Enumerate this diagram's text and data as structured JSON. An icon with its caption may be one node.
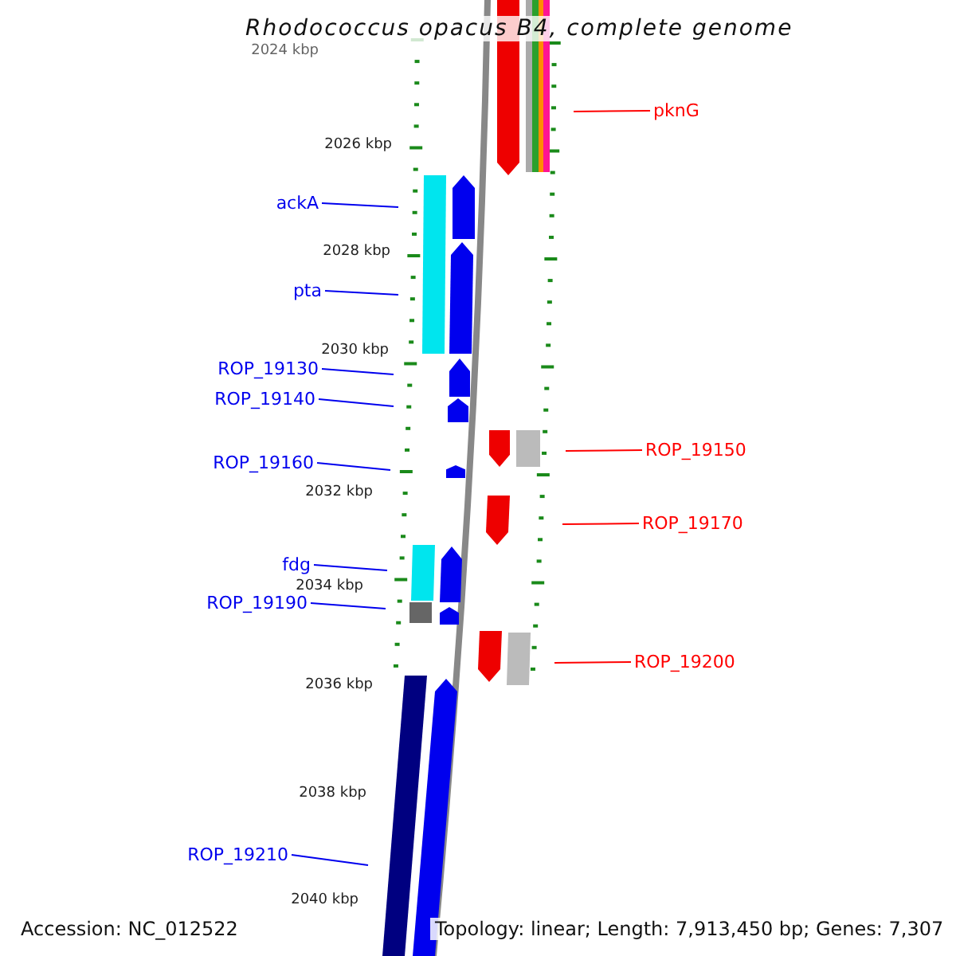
{
  "diagram": {
    "title": "Rhodococcus opacus B4, complete genome",
    "nodes": [
      {
        "text": [
          "pknG"
        ]
      },
      {
        "text": [
          "ackA"
        ]
      },
      {
        "text": [
          "pta"
        ]
      },
      {
        "text": [
          "ROP_19130"
        ]
      },
      {
        "text": [
          "ROP_19140"
        ]
      },
      {
        "text": [
          "ROP_19150"
        ]
      },
      {
        "text": [
          "ROP_19160"
        ]
      },
      {
        "text": [
          "ROP_19170"
        ]
      },
      {
        "text": [
          "fdg"
        ]
      },
      {
        "text": [
          "ROP_19190"
        ]
      },
      {
        "text": [
          "ROP_19200"
        ]
      },
      {
        "text": [
          "ROP_19210"
        ]
      }
    ],
    "edges": [
      {
        "from": 0,
        "to": null,
        "arrow": "none",
        "color": "#ff0000"
      },
      {
        "from": 1,
        "to": null,
        "arrow": "none"
      },
      {
        "from": 2,
        "to": null,
        "arrow": "none"
      },
      {
        "from": 3,
        "to": null,
        "arrow": "none"
      },
      {
        "from": 4,
        "to": null,
        "arrow": "none"
      },
      {
        "from": 5,
        "to": null,
        "arrow": "none",
        "color": "#ff0000"
      },
      {
        "from": 6,
        "to": null,
        "arrow": "none"
      },
      {
        "from": 7,
        "to": null,
        "arrow": "none",
        "color": "#ff0000"
      },
      {
        "from": 8,
        "to": null,
        "arrow": "none"
      },
      {
        "from": 9,
        "to": null,
        "arrow": "none"
      },
      {
        "from": 10,
        "to": null,
        "arrow": "none",
        "color": "#ff0000"
      },
      {
        "from": 11,
        "to": null,
        "arrow": "none"
      }
    ],
    "labels": [
      "2024 kbp",
      "2026 kbp",
      "2028 kbp",
      "2030 kbp",
      "2032 kbp",
      "2034 kbp",
      "2036 kbp",
      "2038 kbp",
      "2040 kbp",
      "Accession: NC_012522",
      "Topology: linear; Length: 7,913,450 bp; Genes: 7,307"
    ]
  }
}
